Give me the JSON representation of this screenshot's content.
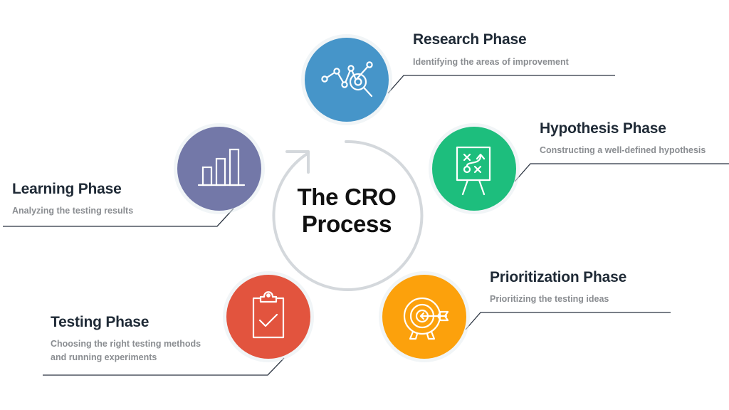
{
  "center": {
    "title_line1": "The CRO",
    "title_line2": "Process",
    "ring_color": "#d4d8dc"
  },
  "phases": [
    {
      "id": "research",
      "title": "Research Phase",
      "description": [
        "Identifying the areas of improvement"
      ],
      "color": "#4695c9",
      "icon": "line-chart-magnifier-icon"
    },
    {
      "id": "hypothesis",
      "title": "Hypothesis Phase",
      "description": [
        "Constructing a well-defined hypothesis"
      ],
      "color": "#1dbe7d",
      "icon": "strategy-board-icon"
    },
    {
      "id": "prioritization",
      "title": "Prioritization Phase",
      "description": [
        "Prioritizing the testing ideas"
      ],
      "color": "#fca10c",
      "icon": "target-arrow-icon"
    },
    {
      "id": "testing",
      "title": "Testing Phase",
      "description": [
        "Choosing the right testing methods",
        "and running experiments"
      ],
      "color": "#e2543e",
      "icon": "clipboard-check-icon"
    },
    {
      "id": "learning",
      "title": "Learning Phase",
      "description": [
        "Analyzing the testing results"
      ],
      "color": "#7378a8",
      "icon": "bar-chart-icon"
    }
  ],
  "connector_color": "#2a3340"
}
